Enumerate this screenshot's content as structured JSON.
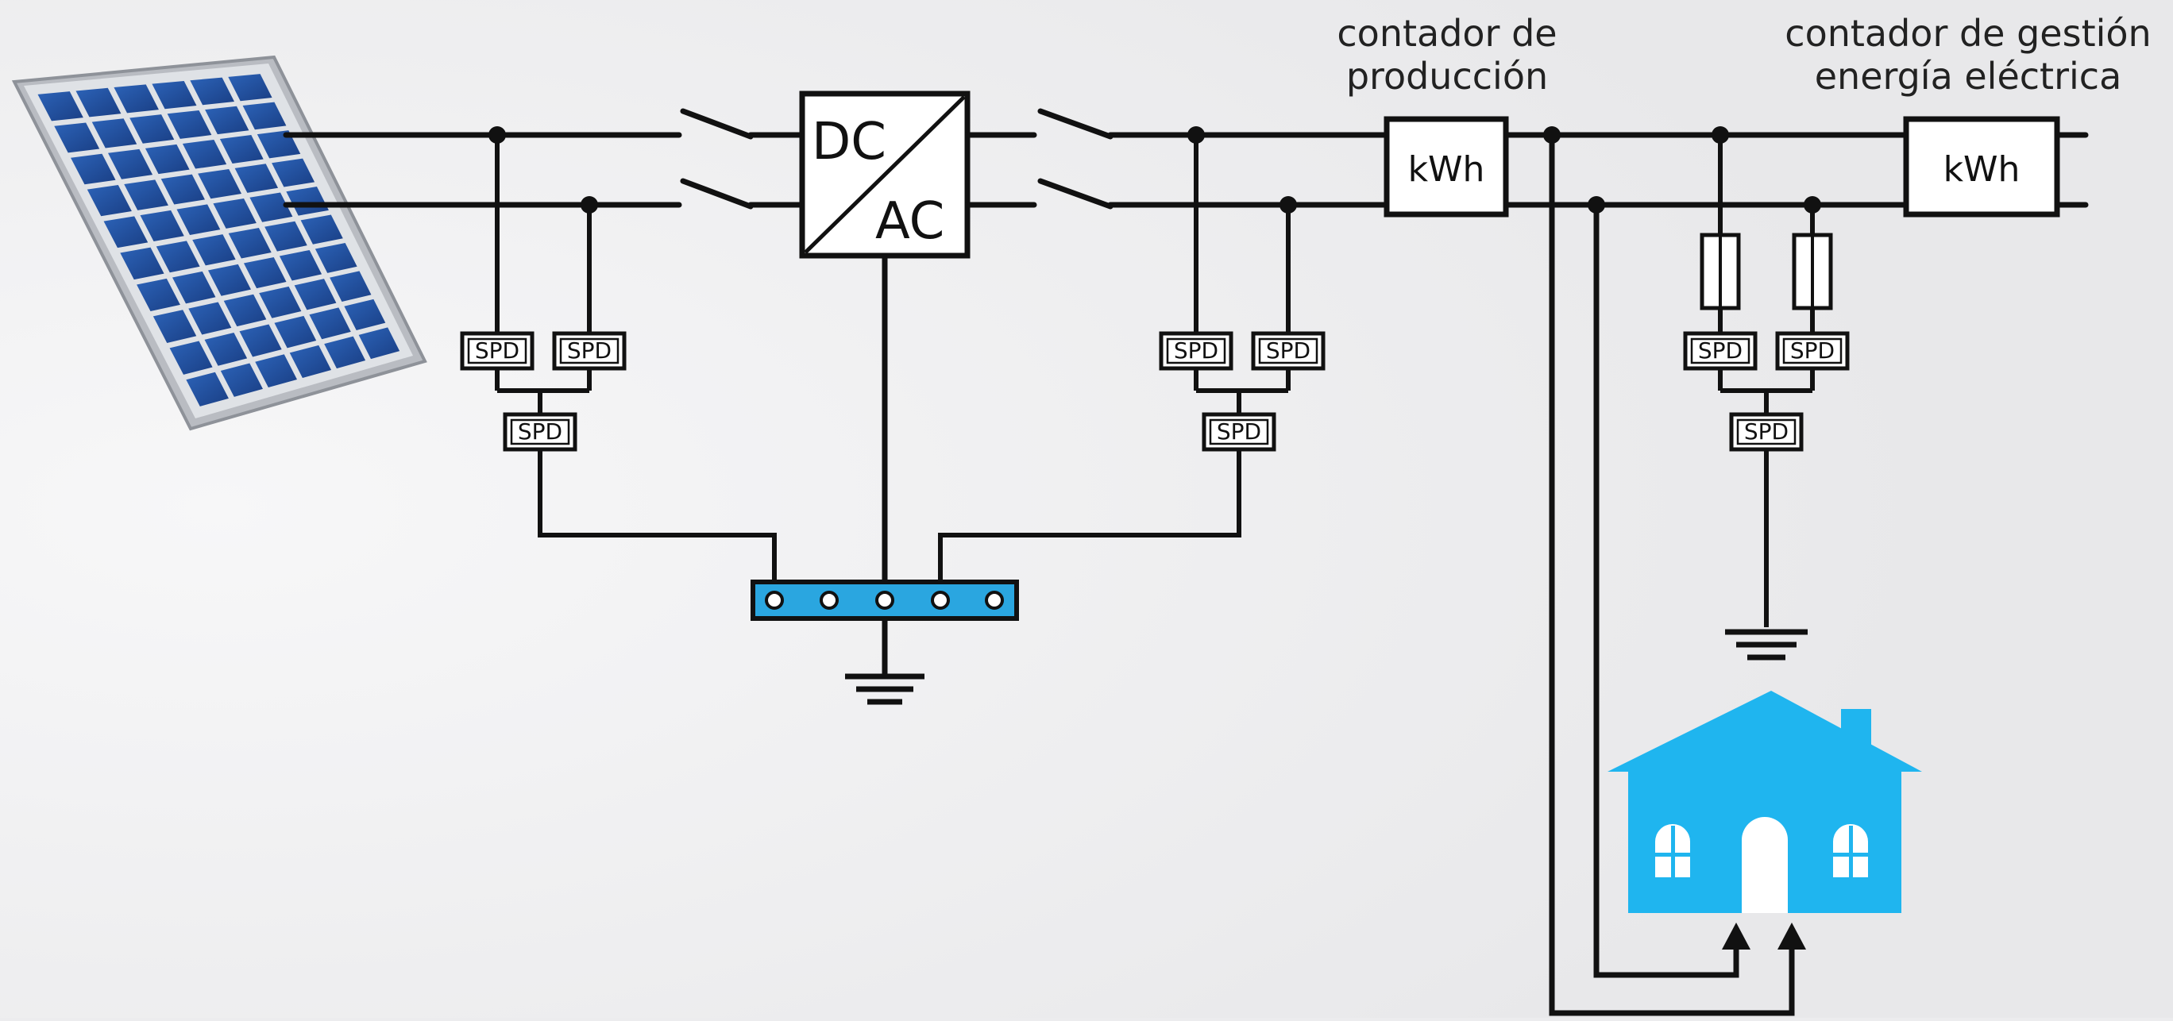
{
  "labels": {
    "production_meter_line1": "contador de",
    "production_meter_line2": "producción",
    "management_meter_line1": "contador de gestión",
    "management_meter_line2": "energía eléctrica",
    "dc": "DC",
    "ac": "AC",
    "kwh": "kWh",
    "spd": "SPD"
  },
  "colors": {
    "line": "#111111",
    "ground_bar": "#2aa6e0",
    "house": "#1fb5ef",
    "panel_cell": "#1f4e9e",
    "panel_frame": "#c9ccd1",
    "background": "#ececee"
  },
  "icons": {
    "solar_panel": "solar-panel-icon",
    "house": "house-icon",
    "ground": "ground-symbol-icon"
  }
}
